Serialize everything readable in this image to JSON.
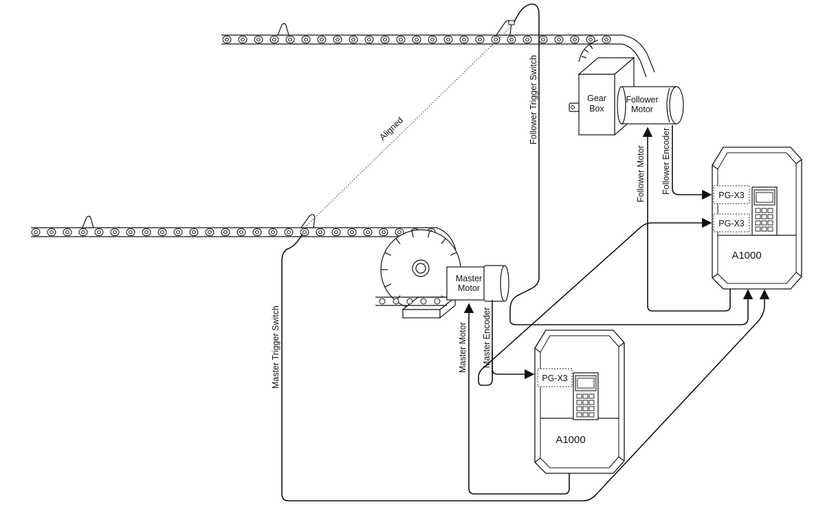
{
  "labels": {
    "aligned": "Aligned",
    "follower_trigger_switch": "Follower Trigger Switch",
    "master_trigger_switch": "Master Trigger Switch",
    "gear_box_line1": "Gear",
    "gear_box_line2": "Box",
    "follower_motor_line1": "Follower",
    "follower_motor_line2": "Motor",
    "master_motor_line1": "Master",
    "master_motor_line2": "Motor",
    "follower_encoder": "Follower Encoder",
    "follower_motor_wire": "Follower Motor",
    "master_encoder": "Master Encoder",
    "master_motor_wire": "Master Motor"
  },
  "drives": {
    "follower": {
      "name": "A1000",
      "pg_top": "PG-X3",
      "pg_bottom": "PG-X3"
    },
    "master": {
      "name": "A1000",
      "pg": "PG-X3"
    }
  },
  "colors": {
    "line": "#111111",
    "fill": "#ffffff",
    "shade": "#e8e8e8"
  }
}
